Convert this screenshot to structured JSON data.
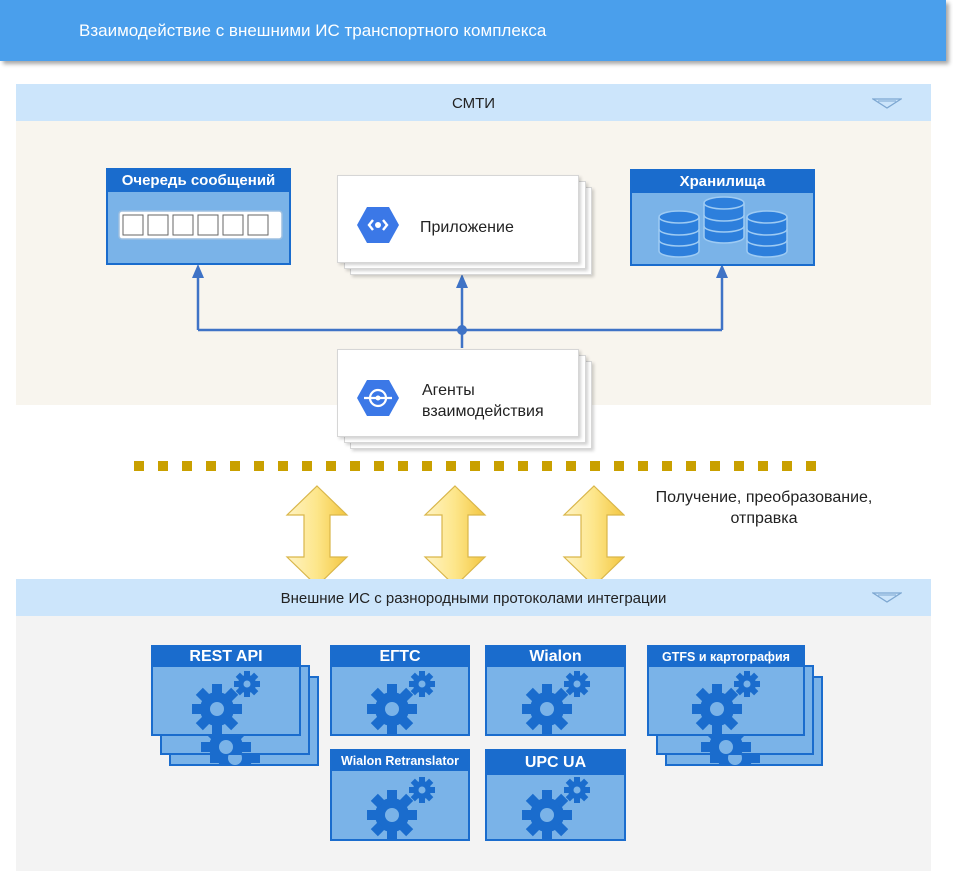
{
  "title": "Взаимодействие с внешними ИС транспортного комплекса",
  "smti": {
    "label": "СМТИ",
    "queue": "Очередь сообщений",
    "app": "Приложение",
    "storage": "Хранилища",
    "agents_line1": "Агенты",
    "agents_line2": "взаимодействия"
  },
  "exchange": {
    "line1": "Получение, преобразование,",
    "line2": "отправка"
  },
  "external": {
    "label": "Внешние ИС с разнородными протоколами интеграции",
    "systems": [
      "REST API",
      "ЕГТС",
      "Wialon",
      "GTFS и картография",
      "Wialon Retranslator",
      "UPC UA"
    ]
  },
  "colors": {
    "title_bar": "#4a9fec",
    "band": "#cce5fb",
    "panel_fill": "#7ab3e8",
    "panel_border": "#1a6ccd",
    "connector": "#3f73c6",
    "dots": "#c9a000",
    "arrow_fill": "#fde68a"
  },
  "icons": [
    "gear-icon",
    "hexagon-app-icon",
    "hexagon-agent-icon",
    "database-icon",
    "collapse-triangle-icon"
  ]
}
